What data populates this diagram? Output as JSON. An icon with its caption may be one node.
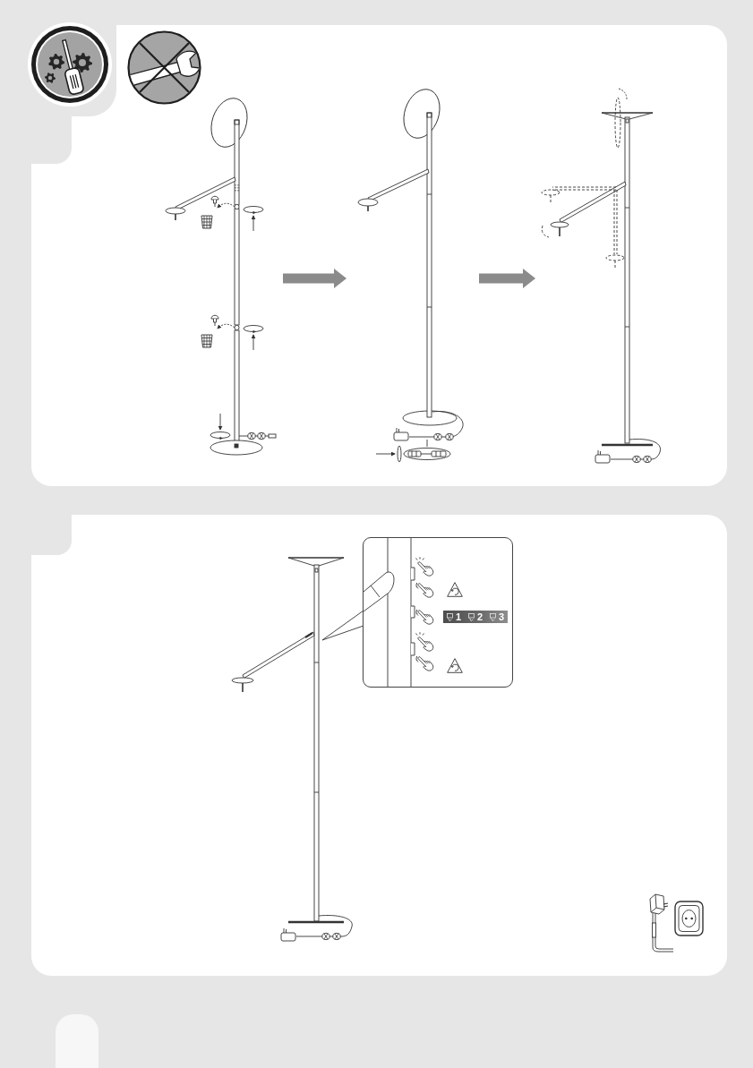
{
  "diagram": {
    "nodes": [
      {
        "text": [],
        "shape": "picture"
      },
      {
        "text": [],
        "shape": "picture"
      },
      {
        "text": [],
        "shape": "picture"
      }
    ],
    "edges": [
      {
        "from": 0,
        "to": 1,
        "arrow": "to"
      },
      {
        "from": 1,
        "to": 2,
        "arrow": "to"
      }
    ],
    "labels": [
      "1",
      "2",
      "3"
    ]
  }
}
